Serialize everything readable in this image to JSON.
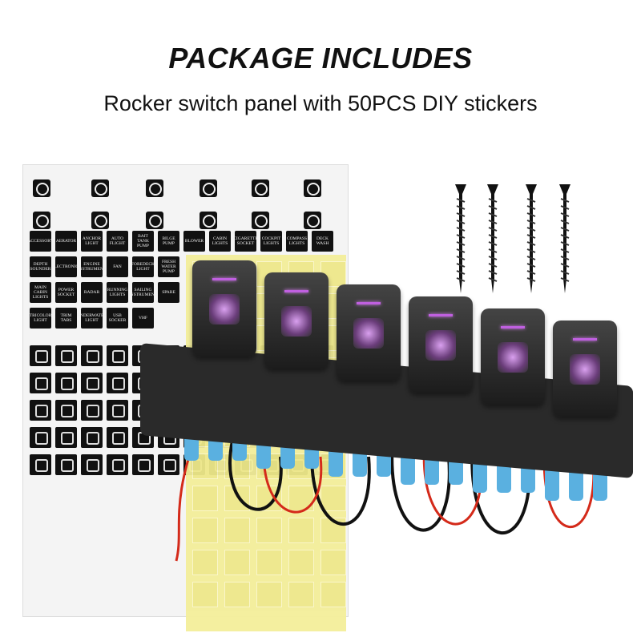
{
  "header": {
    "title": "PACKAGE INCLUDES",
    "subtitle": "Rocker switch panel with 50PCS DIY stickers"
  },
  "sticker_labels": [
    "ACCESSORY",
    "AERATOR",
    "ANCHOR LIGHT",
    "AUTO FLIGHT",
    "BAIT TANK PUMP",
    "BILGE PUMP",
    "BLOWER",
    "CABIN LIGHTS",
    "CIGARETTE SOCKET",
    "COCKPIT LIGHTS",
    "COMPASS LIGHTS",
    "DECK WASH",
    "DEPTH SOUNDER",
    "ELECTRONICS",
    "ENGINE INSTRUMENT",
    "FAN",
    "FOREDECK LIGHT",
    "FRESH WATER PUMP",
    "MAIN CABIN LIGHTS",
    "POWER SOCKET",
    "RADAR",
    "RUNNING LIGHTS",
    "SAILING INSTRUMENT",
    "SPARE",
    "TRICOLOR LIGHT",
    "TRIM TABS",
    "UNDERWATER LIGHT",
    "USB SOCKER",
    "VHF"
  ],
  "panel": {
    "switch_count": 6,
    "led_color": "#c060e0"
  },
  "screws": {
    "count": 4
  }
}
